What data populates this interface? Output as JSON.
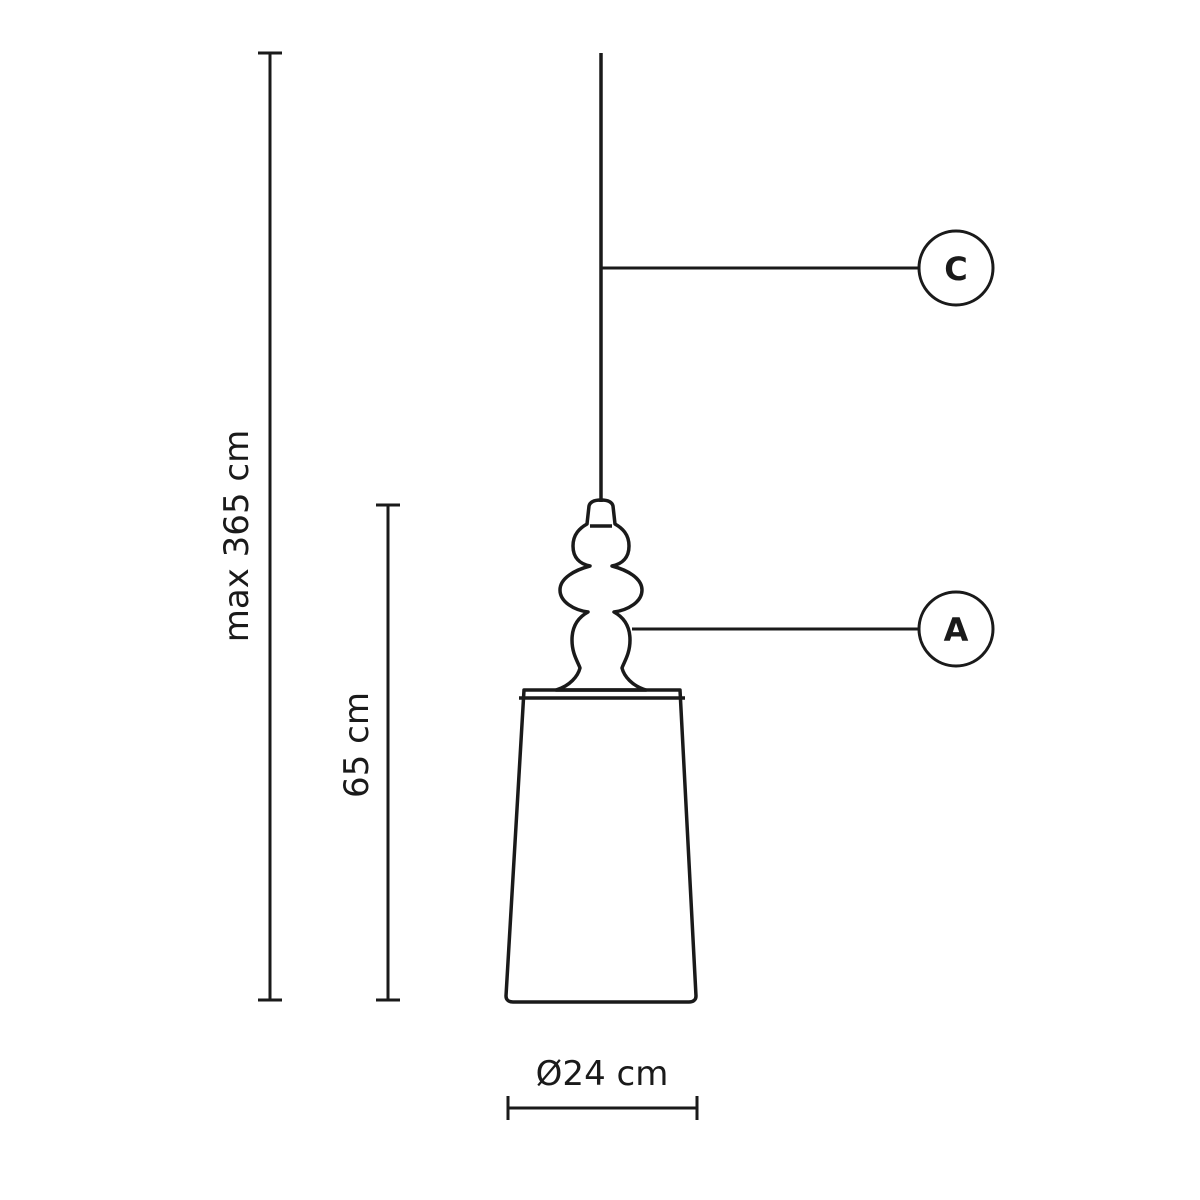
{
  "dimensions": {
    "total_height": "max 365 cm",
    "shade_height": "65 cm",
    "diameter": "Ø24 cm"
  },
  "callouts": {
    "cable": "C",
    "body": "A"
  }
}
